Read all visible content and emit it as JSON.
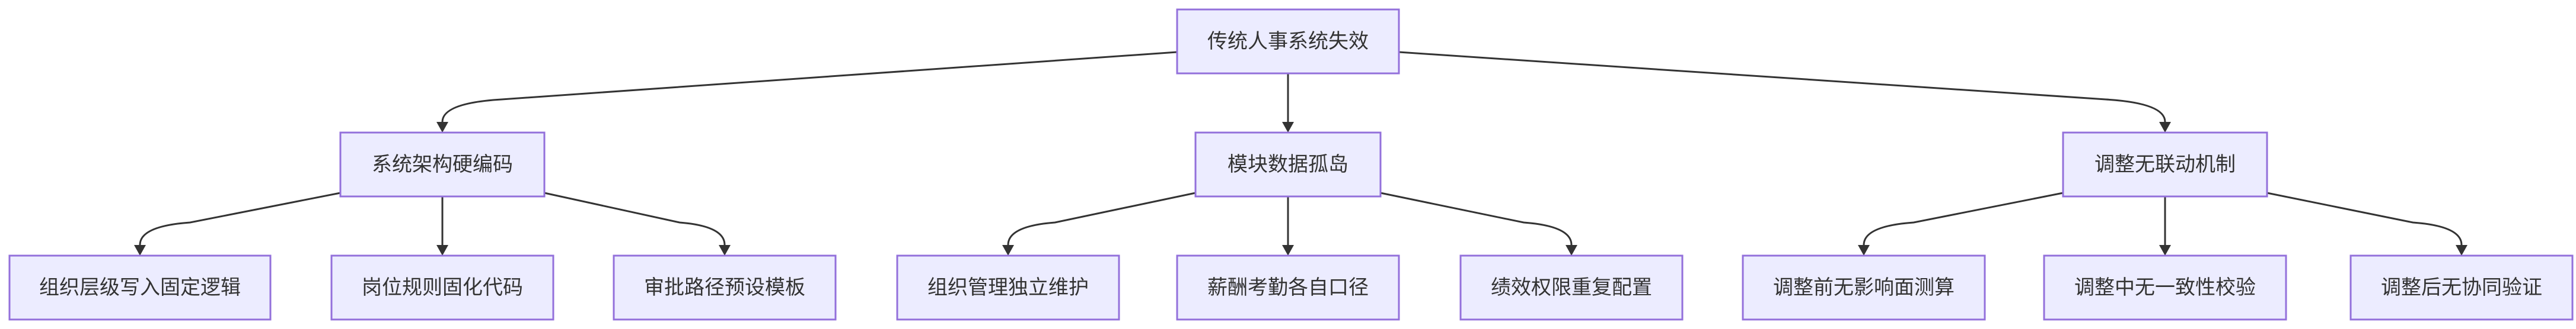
{
  "diagram": {
    "type": "tree",
    "root": {
      "id": "root",
      "label": "传统人事系统失效",
      "children": [
        {
          "id": "hardcoded",
          "label": "系统架构硬编码",
          "children": [
            {
              "id": "org-logic",
              "label": "组织层级写入固定逻辑"
            },
            {
              "id": "post-rules",
              "label": "岗位规则固化代码"
            },
            {
              "id": "approval",
              "label": "审批路径预设模板"
            }
          ]
        },
        {
          "id": "silos",
          "label": "模块数据孤岛",
          "children": [
            {
              "id": "org-mgmt",
              "label": "组织管理独立维护"
            },
            {
              "id": "payroll",
              "label": "薪酬考勤各自口径"
            },
            {
              "id": "perf",
              "label": "绩效权限重复配置"
            }
          ]
        },
        {
          "id": "no-linkage",
          "label": "调整无联动机制",
          "children": [
            {
              "id": "before",
              "label": "调整前无影响面测算"
            },
            {
              "id": "during",
              "label": "调整中无一致性校验"
            },
            {
              "id": "after",
              "label": "调整后无协同验证"
            }
          ]
        }
      ]
    },
    "colors": {
      "node_fill": "#ECECFF",
      "node_stroke": "#9370DB",
      "edge": "#333333",
      "text": "#333333"
    }
  }
}
